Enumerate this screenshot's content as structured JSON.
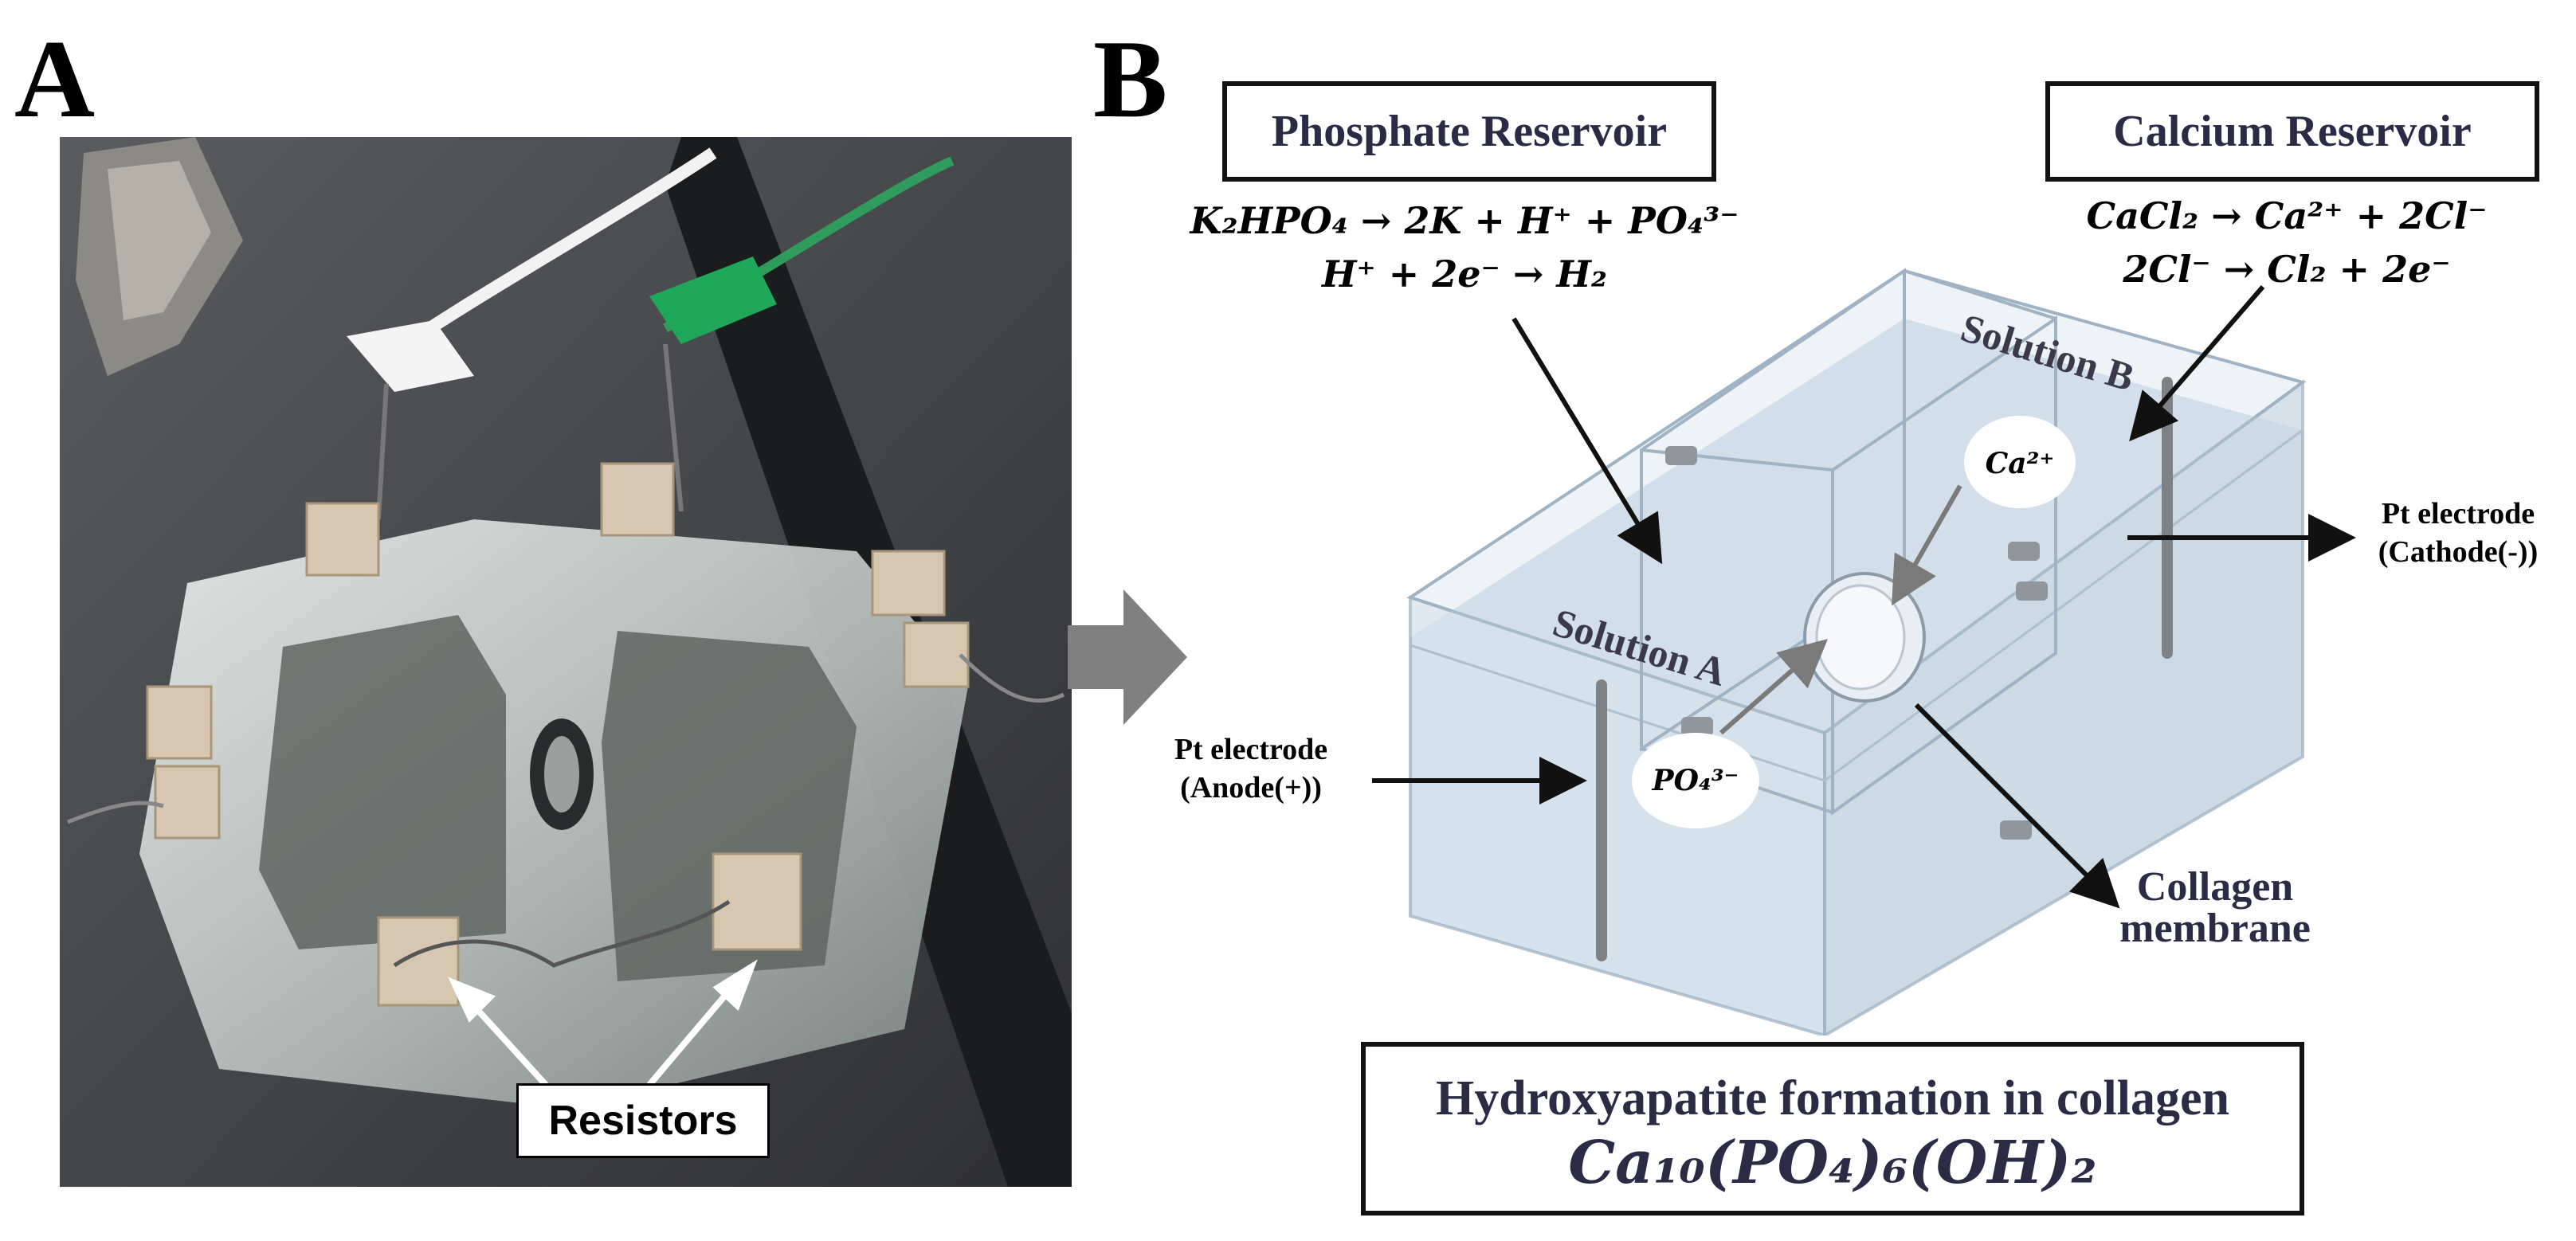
{
  "panels": {
    "a_label": "A",
    "b_label": "B"
  },
  "photo": {
    "resistors_label": "Resistors"
  },
  "diagram": {
    "phosphate_reservoir": "Phosphate Reservoir",
    "calcium_reservoir": "Calcium Reservoir",
    "solution_a": "Solution A",
    "solution_b": "Solution B",
    "calcium_ion": "Ca²⁺",
    "phosphate_ion": "PO₄³⁻",
    "pt_electrode": "Pt electrode",
    "anode_label": "(Anode(+))",
    "cathode_label": "(Cathode(-))",
    "collagen_line1": "Collagen",
    "collagen_line2": "membrane"
  },
  "equations": {
    "phosphate_eq1": "K₂HPO₄ → 2K + H⁺ + PO₄³⁻",
    "phosphate_eq2": "H⁺ + 2e⁻ → H₂",
    "calcium_eq1": "CaCl₂ → Ca²⁺ + 2Cl⁻",
    "calcium_eq2": "2Cl⁻ → Cl₂ + 2e⁻"
  },
  "result": {
    "title": "Hydroxyapatite formation in collagen",
    "formula": "Ca₁₀(PO₄)₆(OH)₂"
  },
  "colors": {
    "tank_edge": "#9fb3c4",
    "water": "#cddbe7",
    "arrow": "#7a7a7a",
    "text_dark": "#2b2b45"
  }
}
